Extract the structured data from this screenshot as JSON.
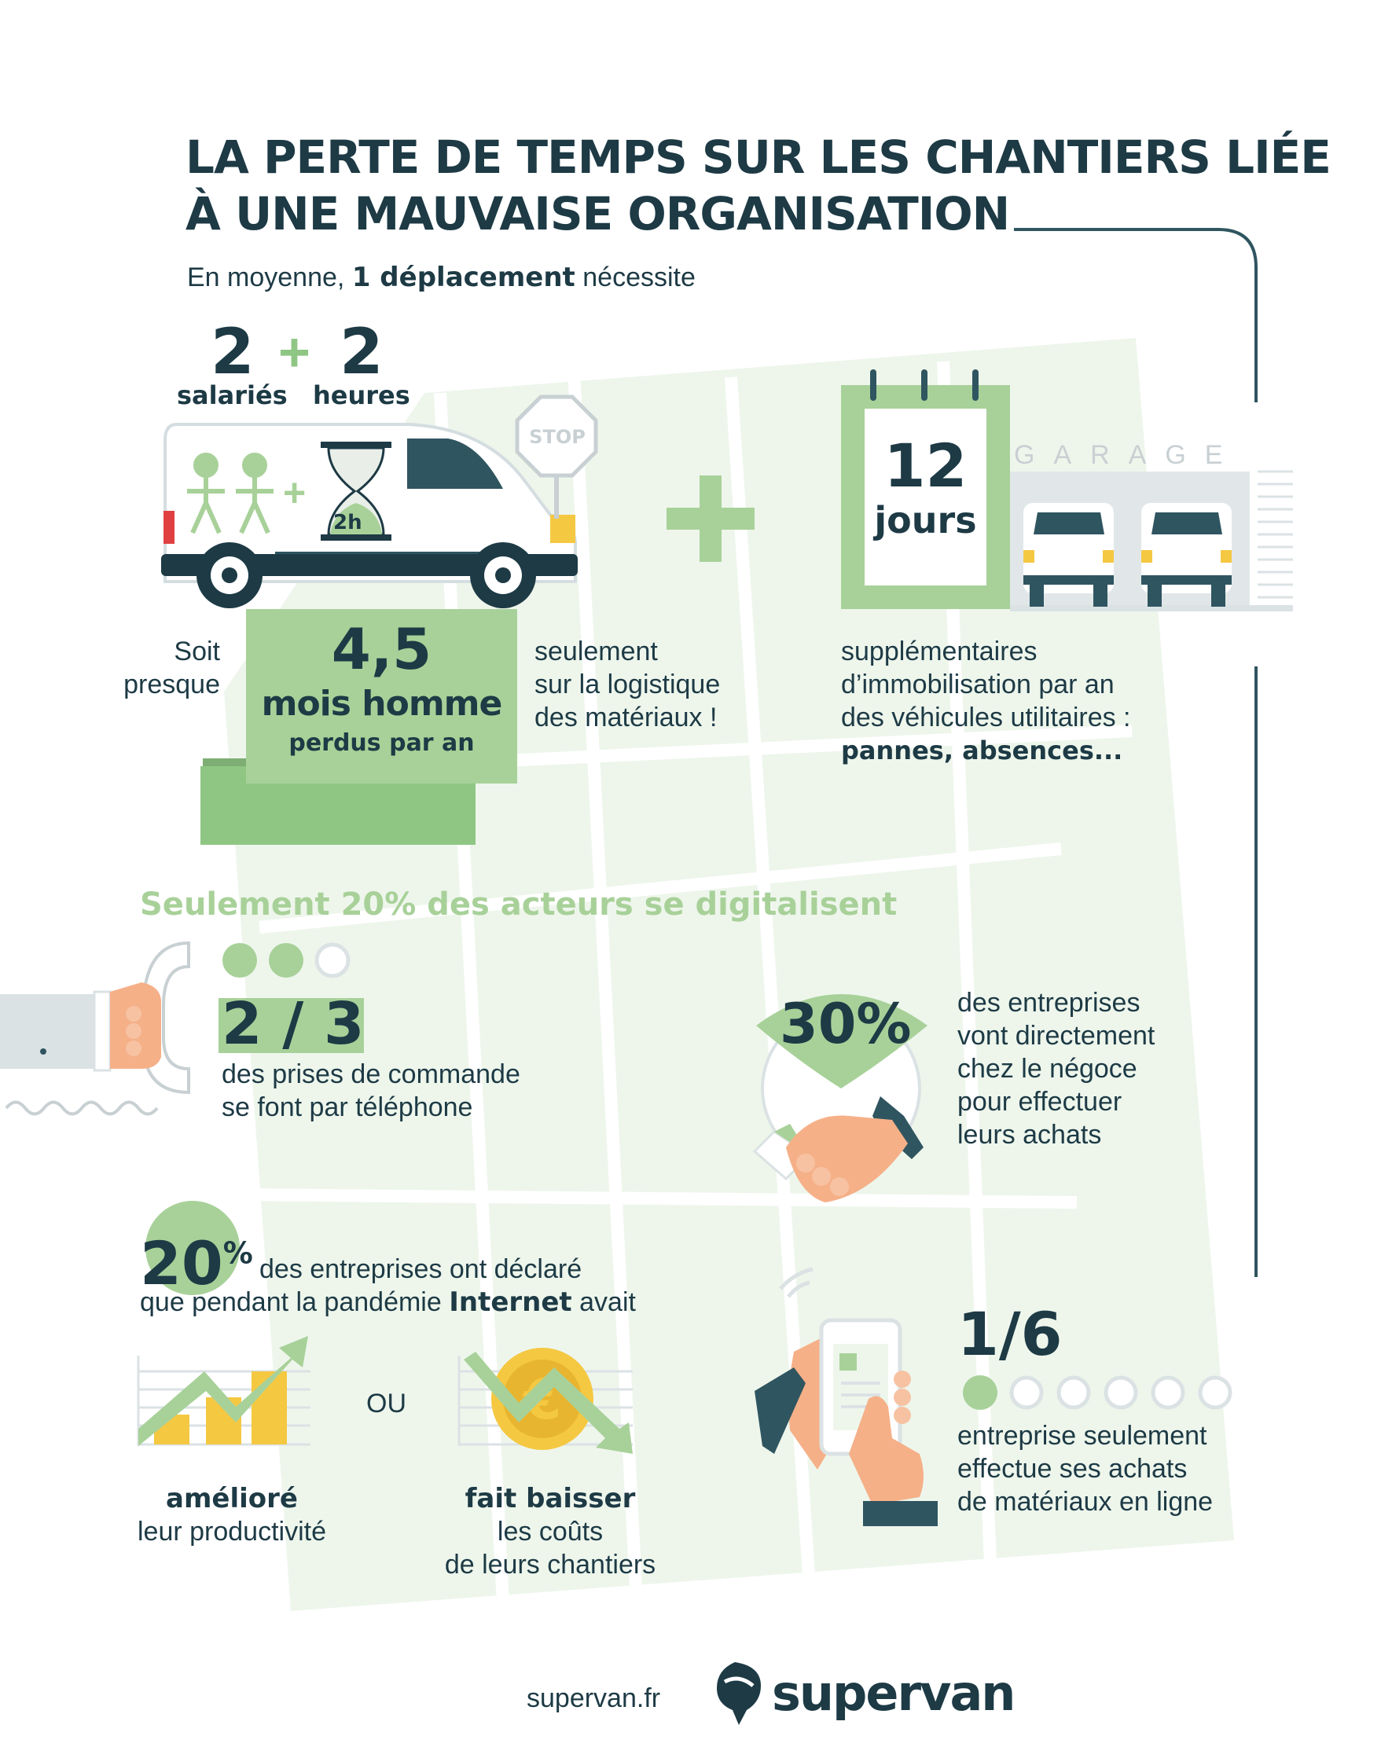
{
  "title": {
    "line1": "LA PERTE DE TEMPS SUR LES CHANTIERS LIÉE",
    "line2": "À UNE MAUVAISE ORGANISATION"
  },
  "intro": {
    "prefix": "En moyenne,",
    "bold": "1 déplacement",
    "suffix": "nécessite"
  },
  "van_block": {
    "count1": "2",
    "label1": "salariés",
    "count2": "2",
    "label2": "heures",
    "hourglass_label": "2h",
    "stop_sign": "STOP",
    "prefix_line1": "Soit",
    "prefix_line2": "presque",
    "banner_value": "4,5",
    "banner_unit": "mois homme",
    "banner_sub": "perdus par an",
    "suffix_line1": "seulement",
    "suffix_line2": "sur la logistique",
    "suffix_line3": "des matériaux !"
  },
  "garage_block": {
    "garage_sign": "GARAGE",
    "days_value": "12",
    "days_unit": "jours",
    "desc_line1": "supplémentaires",
    "desc_line2": "d’immobilisation par an",
    "desc_line3": "des véhicules utilitaires :",
    "desc_bold": "pannes, absences..."
  },
  "digital_heading": "Seulement  20% des acteurs se digitalisent",
  "phone_stat": {
    "value": "2 / 3",
    "desc_line1": "des prises de commande",
    "desc_line2": "se font par téléphone",
    "filled_of": [
      2,
      3
    ]
  },
  "handshake_stat": {
    "value": "30%",
    "desc_line1": "des entreprises",
    "desc_line2": "vont directement",
    "desc_line3": "chez le négoce",
    "desc_line4": "pour effectuer",
    "desc_line5": "leurs achats"
  },
  "pandemic_stat": {
    "value": "20",
    "value_sup": "%",
    "line1": "des entreprises  ont déclaré",
    "line2_prefix": "que pendant la pandémie",
    "line2_bold": "Internet",
    "line2_suffix": "avait",
    "or_label": "OU",
    "left_bold": "amélioré",
    "left_line": "leur productivité",
    "right_bold": "fait baisser",
    "right_line1": "les coûts",
    "right_line2": "de leurs chantiers"
  },
  "online_stat": {
    "value": "1/6",
    "filled_of": [
      1,
      6
    ],
    "desc_line1": "entreprise seulement",
    "desc_line2": "effectue ses achats",
    "desc_line3": "de matériaux en ligne"
  },
  "footer": {
    "url": "supervan.fr",
    "brand": "supervan"
  },
  "colors": {
    "navy": "#1d3a45",
    "green": "#8fc684",
    "light_green": "#a8d199",
    "map_bg": "#eef6ec",
    "yellow": "#f5c842",
    "skin": "#f5b088"
  }
}
